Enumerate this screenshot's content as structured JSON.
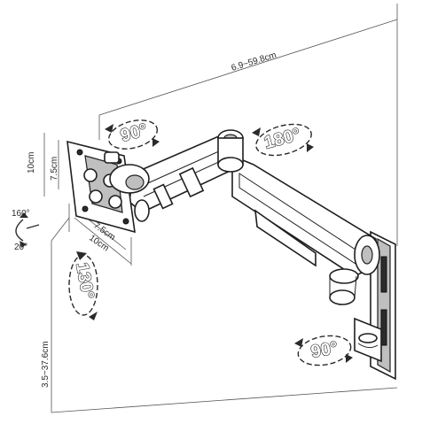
{
  "dimensions": {
    "reach": "6.9~59.8cm",
    "plate_height_10": "10cm",
    "plate_height_75": "7.5cm",
    "plate_width_75": "7.5cm",
    "plate_width_10": "10cm",
    "height_range": "3.5~37.6cm"
  },
  "tilt": {
    "up": "160°",
    "down": "20°"
  },
  "rotations": {
    "arm_left": "90°",
    "arm_right": "180°",
    "screen": "130°",
    "wall": "90°"
  },
  "icons": [
    "rotation-arrow-icon",
    "tilt-arrow-icon"
  ]
}
